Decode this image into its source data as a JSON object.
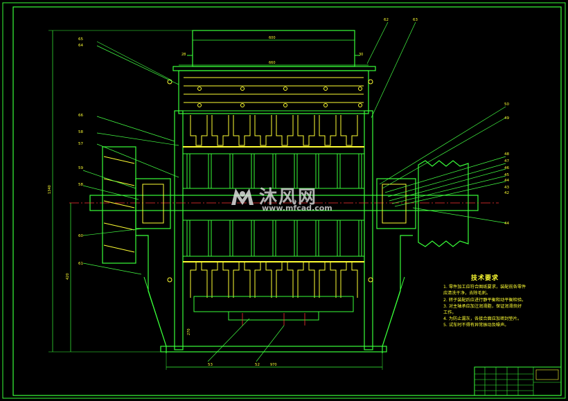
{
  "drawing": {
    "frame_color": "#39ff39",
    "part_color": "#ffff33",
    "centerline_color": "#ff3333",
    "leader_color": "#44ff44",
    "background": "#000000"
  },
  "watermark": {
    "name": "沐风网",
    "url": "www.mfcad.com",
    "logo": "mfcad-logo-icon"
  },
  "tech_notes": {
    "title": "技术要求",
    "items": [
      "1. 零件加工应符合图纸要求，装配前各零件",
      "   应清洗干净，去除毛刺。",
      "2. 转子装配后应进行静平衡和动平衡检验。",
      "3. 对主轴承应加注润滑脂，保证润滑良好",
      "   工作。",
      "4. 为防止漏灰，各接合面应加密封垫片。",
      "5. 试车时不得有异常振动及噪声。"
    ]
  },
  "part_labels": {
    "top_left": [
      "65",
      "64"
    ],
    "top_right": [
      "62",
      "63"
    ],
    "left": [
      "66",
      "58",
      "57",
      "59",
      "58",
      "60",
      "61"
    ],
    "right": [
      "50",
      "49",
      "48",
      "47",
      "46",
      "45",
      "44",
      "43",
      "42",
      "44"
    ],
    "bottom": [
      "53",
      "52"
    ]
  },
  "dimensions": {
    "hopper_width": "600",
    "upper_width": "660",
    "total_height": "1340",
    "lower_height": "420",
    "base_width": "970",
    "small_a": "28",
    "small_b": "30",
    "small_c": "270"
  }
}
